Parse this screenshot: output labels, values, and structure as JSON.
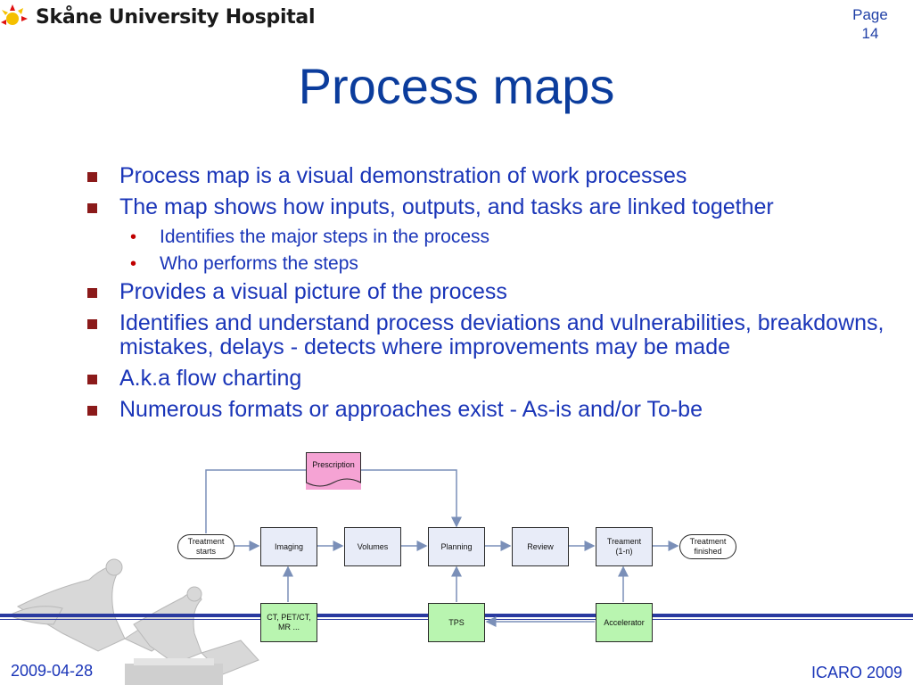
{
  "header": {
    "logo_text": "Skåne University Hospital",
    "page_label": "Page",
    "page_number": "14"
  },
  "title": "Process maps",
  "bullets": [
    {
      "level": 1,
      "text": "Process map is a visual demonstration of work processes"
    },
    {
      "level": 1,
      "text": "The map shows how inputs, outputs, and tasks are linked together"
    },
    {
      "level": 2,
      "text": "Identifies the major steps in the process"
    },
    {
      "level": 2,
      "text": "Who performs the steps"
    },
    {
      "level": 1,
      "text": "Provides a visual picture of the process"
    },
    {
      "level": 1,
      "text": "Identifies and understand process deviations and vulnerabilities, breakdowns, mistakes, delays - detects where improvements may be made"
    },
    {
      "level": 1,
      "text": "A.k.a  flow charting"
    },
    {
      "level": 1,
      "text": "Numerous formats or approaches exist - As-is and/or To-be"
    }
  ],
  "diagram": {
    "prescription": "Prescription",
    "treatment_starts": "Treatment starts",
    "imaging": "Imaging",
    "volumes": "Volumes",
    "planning": "Planning",
    "review": "Review",
    "treatment": "Treament (1-n)",
    "treatment_finished": "Treatment finished",
    "ct": "CT, PET/CT, MR ...",
    "tps": "TPS",
    "accelerator": "Accelerator"
  },
  "footer": {
    "date": "2009-04-28",
    "event": "ICARO 2009"
  },
  "colors": {
    "title": "#0b3c9c",
    "bullet_text": "#1a35b8",
    "bullet_marker": "#8b1a1a",
    "rule": "#2a3aa0",
    "prescription_fill": "#f5a3d4",
    "green_fill": "#b9f5b0"
  }
}
